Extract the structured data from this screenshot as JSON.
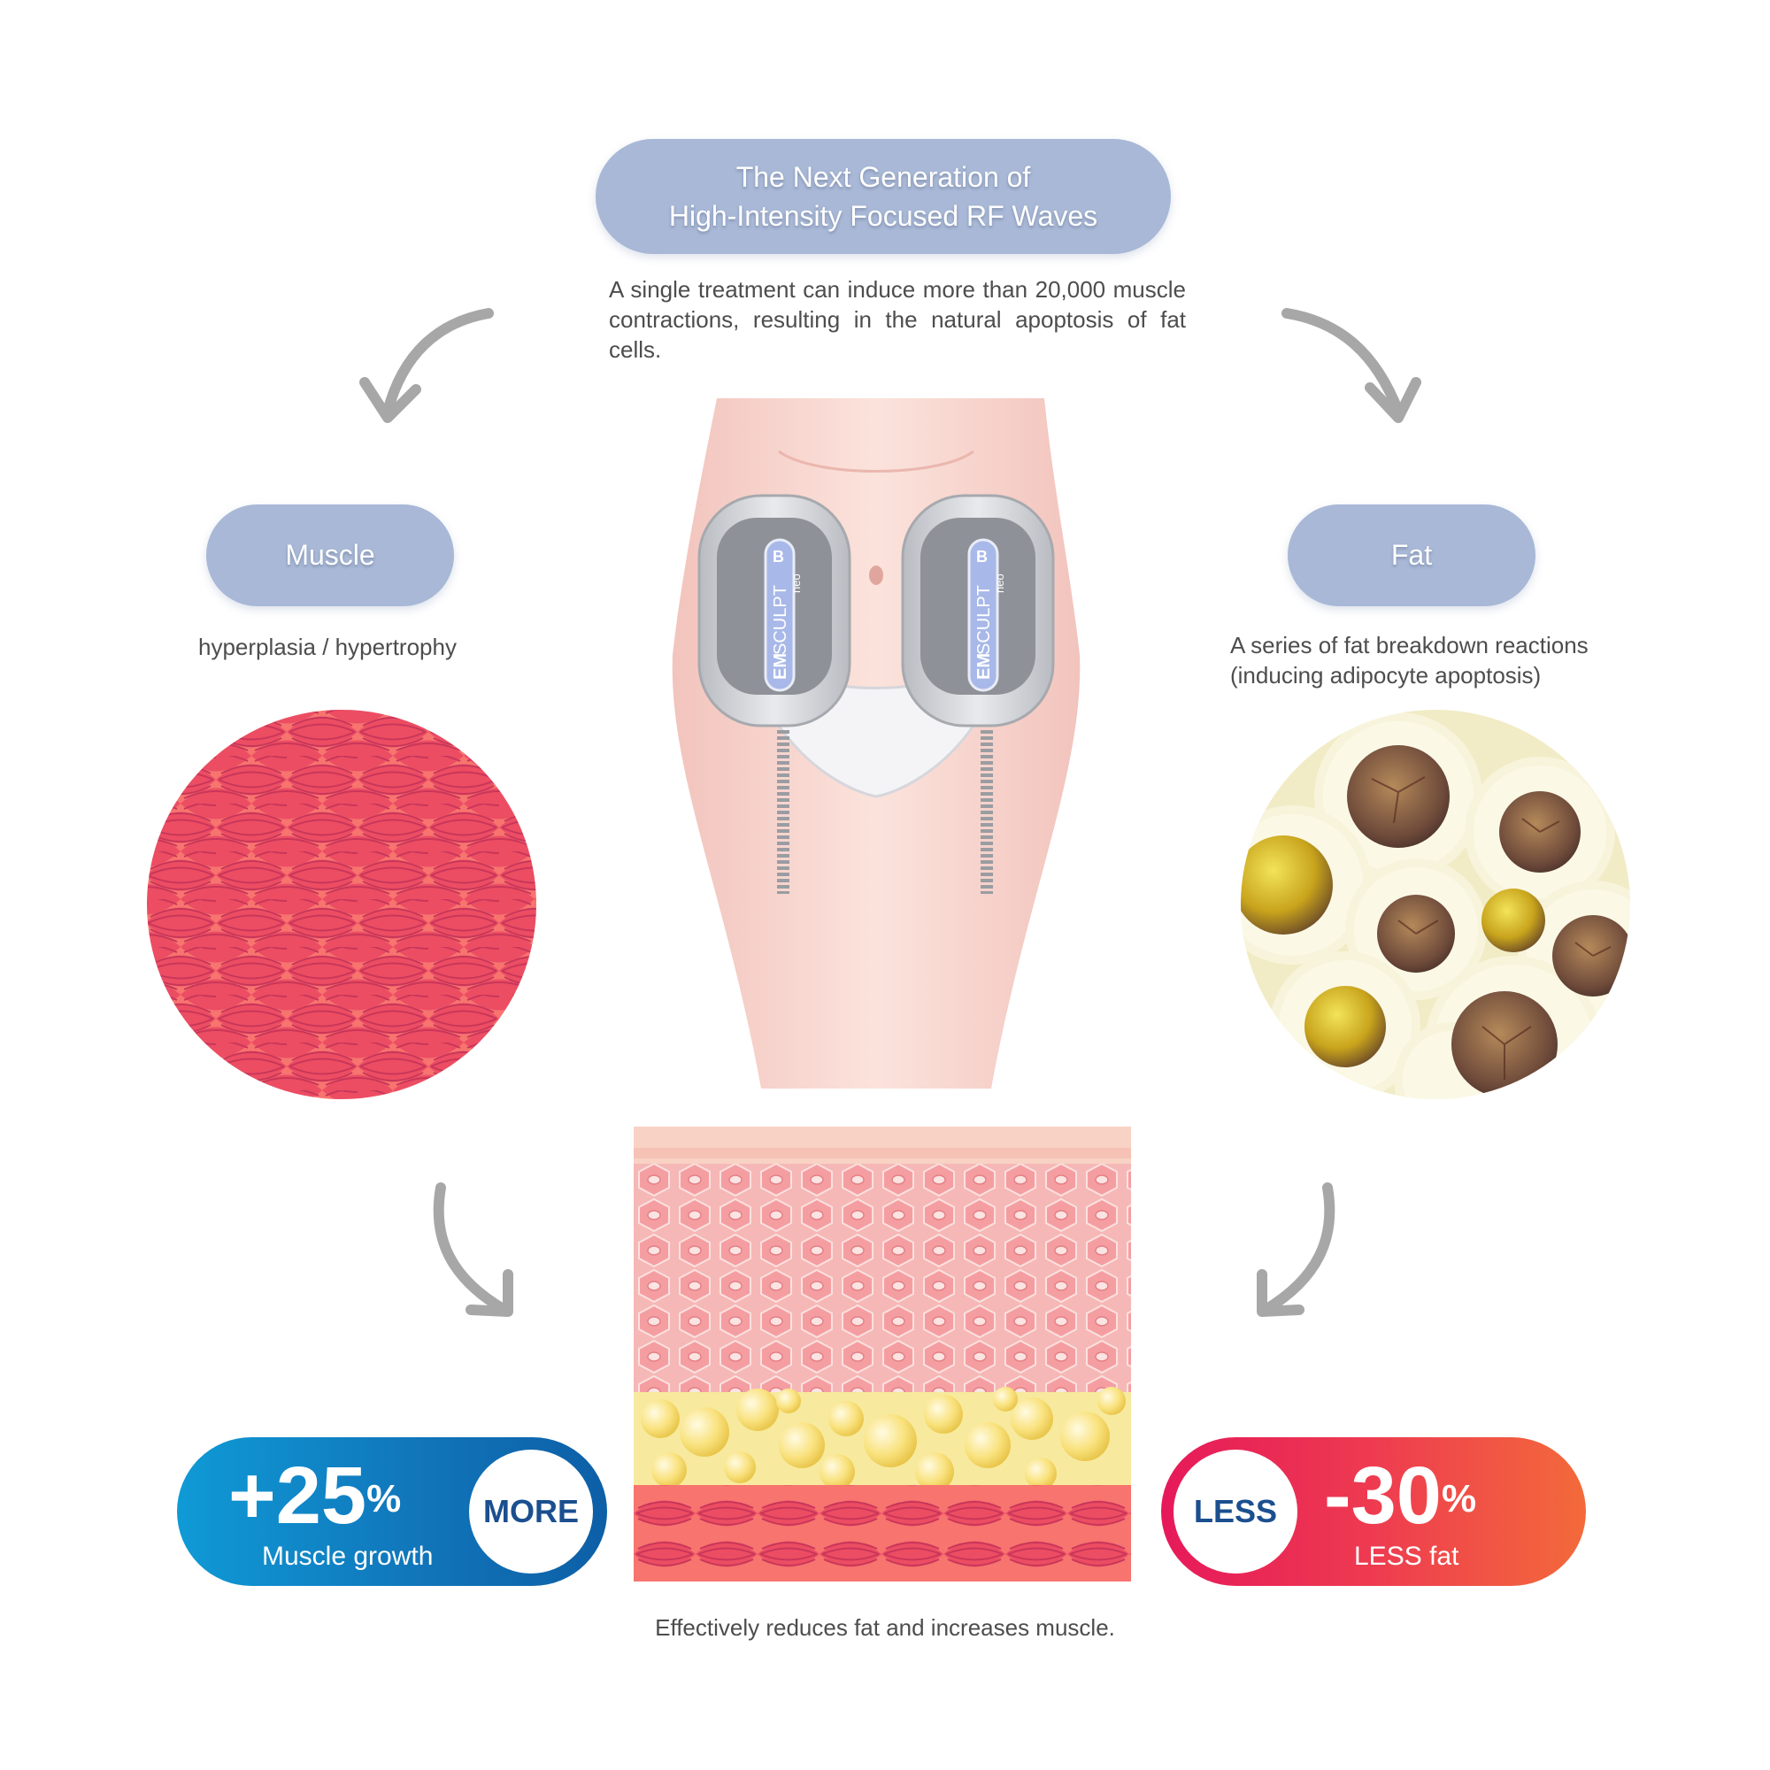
{
  "title": {
    "line1": "The Next Generation of",
    "line2": "High-Intensity Focused RF Waves"
  },
  "intro": "A single treatment can induce more than 20,000 muscle contractions, resulting in the natural apoptosis of fat cells.",
  "muscle": {
    "label": "Muscle",
    "desc": "hyperplasia / hypertrophy"
  },
  "fat": {
    "label": "Fat",
    "desc_line1": "A series of fat breakdown reactions",
    "desc_line2": "(inducing adipocyte apoptosis)"
  },
  "device": {
    "brand_em": "EM",
    "brand_sculpt": "SCULPT",
    "brand_neo": "neo",
    "logo_letter": "B"
  },
  "muscle_badge": {
    "value": "+25",
    "unit": "%",
    "tag": "MORE",
    "caption": "Muscle growth"
  },
  "fat_badge": {
    "value": "-30",
    "unit": "%",
    "tag": "LESS",
    "caption": "LESS fat"
  },
  "caption": "Effectively reduces fat and increases muscle.",
  "colors": {
    "pill": "#a8b8d6",
    "muscle": "#f0606a",
    "fat_cell": "#c9a21a",
    "badge_blue": "#1173b8",
    "badge_red": "#e6195a"
  }
}
